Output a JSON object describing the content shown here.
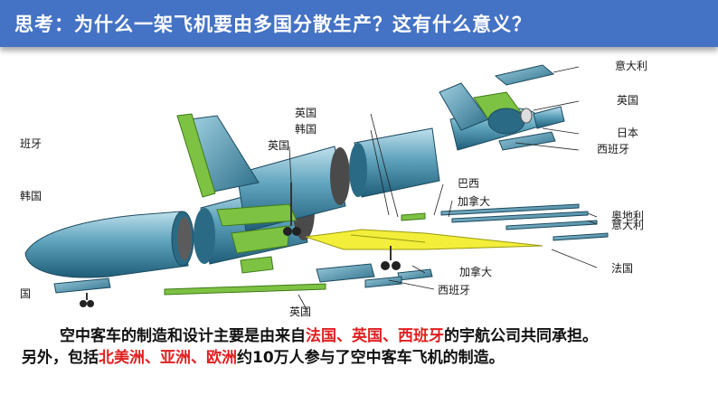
{
  "title": "思考：为什么一架飞机要由多国分散生产？这有什么意义？",
  "diagram_labels": {
    "italy_top": "意大利",
    "uk_top": "英国",
    "japan": "日本",
    "spain_right": "西班牙",
    "uk_mid": "英国",
    "korea_mid": "韩国",
    "uk_left": "英国",
    "spain_left": "班牙",
    "korea_left": "韩国",
    "brazil": "巴西",
    "canada_mid": "加拿大",
    "austria": "奥地利",
    "italy_right": "意大利",
    "canada_low": "加拿大",
    "france": "法国",
    "spain_bottom": "西班牙",
    "uk_bottom": "英国",
    "china_left": "国"
  },
  "caption": {
    "line1_a": "空中客车的制造和设计主要是由来自",
    "line1_b": "法国、英国、西班牙",
    "line1_c": "的宇航公司共同承担。",
    "line2_a": "另外，包括",
    "line2_b": "北美洲、亚洲、欧洲",
    "line2_c": "约10万人参与了空中客车飞机的制造。"
  },
  "colors": {
    "title_bar": "#4472c4",
    "fuselage": "#4a8ea8",
    "green_part": "#7dc242",
    "yellow_part": "#f2ee3a",
    "highlight_red": "#e02020"
  }
}
